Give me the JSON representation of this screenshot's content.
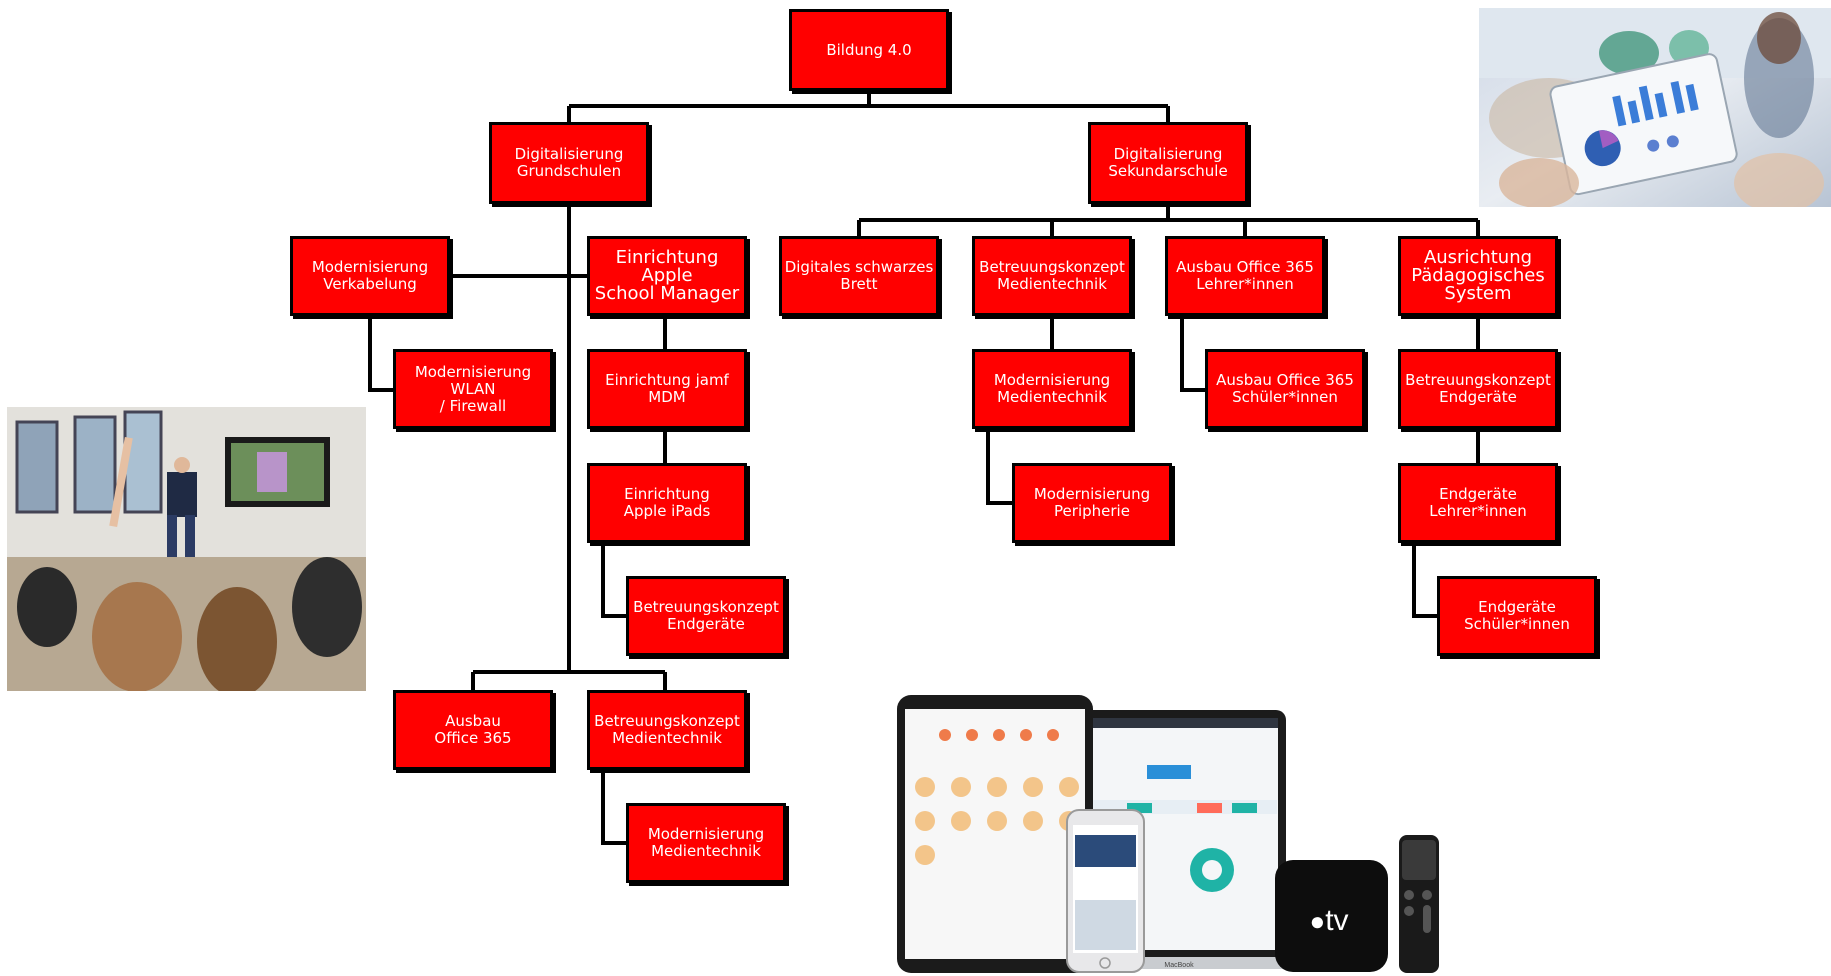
{
  "nodes": {
    "root": "Bildung 4.0",
    "grund": "Digitalisierung\nGrundschulen",
    "sek": "Digitalisierung\nSekundarschule",
    "mod_verk": "Modernisierung\nVerkabelung",
    "mod_wlan": "Modernisierung WLAN\n/ Firewall",
    "asm": "Einrichtung Apple\nSchool Manager",
    "jamf": "Einrichtung jamf\nMDM",
    "ipads": "Einrichtung\nApple iPads",
    "betr_end_g": "Betreuungskonzept\nEndgeräte",
    "ausbau_o365_g": "Ausbau\nOffice 365",
    "betr_med_g": "Betreuungskonzept\nMedientechnik",
    "mod_med_g": "Modernisierung\nMedientechnik",
    "brett": "Digitales schwarzes\nBrett",
    "betr_med_s": "Betreuungskonzept\nMedientechnik",
    "mod_med_s": "Modernisierung\nMedientechnik",
    "mod_peri": "Modernisierung\nPeripherie",
    "o365_lehrer": "Ausbau Office 365\nLehrer*innen",
    "o365_schueler": "Ausbau Office 365\nSchüler*innen",
    "paed": "Ausrichtung\nPädagogisches\nSystem",
    "betr_end_s": "Betreuungskonzept\nEndgeräte",
    "end_lehrer": "Endgeräte\nLehrer*innen",
    "end_schueler": "Endgeräte\nSchüler*innen"
  },
  "device_labels": {
    "appletv_logo": "tv",
    "laptop_brand": "MacBook"
  },
  "colors": {
    "box_fill": "#ff0000",
    "box_border": "#000000",
    "box_text": "#ffffff",
    "connector": "#000000"
  }
}
